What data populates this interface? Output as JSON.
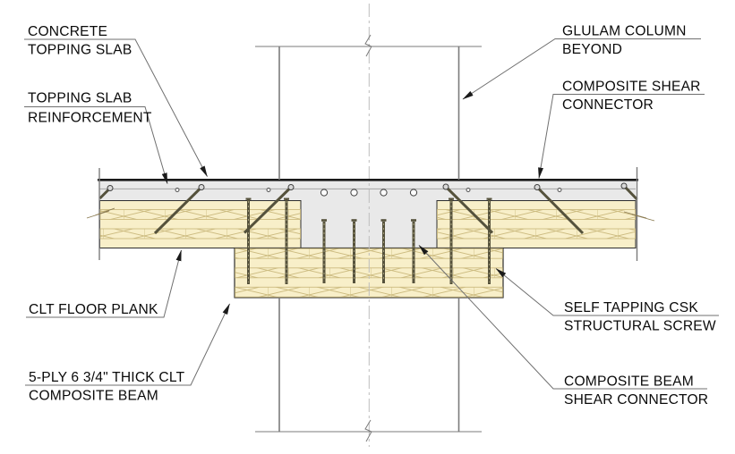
{
  "figure": {
    "type": "construction-detail-drawing",
    "subject": "CLT composite floor at glulam column",
    "labels": {
      "concrete_topping_slab": {
        "line1": "CONCRETE",
        "line2": "TOPPING SLAB"
      },
      "topping_slab_reinforcement": {
        "line1": "TOPPING SLAB",
        "line2": "REINFORCEMENT"
      },
      "glulam_column_beyond": {
        "line1": "GLULAM COLUMN",
        "line2": "BEYOND"
      },
      "composite_shear_connector": {
        "line1": "COMPOSITE SHEAR",
        "line2": "CONNECTOR"
      },
      "clt_floor_plank": {
        "line1": "CLT FLOOR PLANK"
      },
      "clt_composite_beam": {
        "line1": "5-PLY 6 3/4\" THICK CLT",
        "line2": "COMPOSITE BEAM"
      },
      "self_tapping_csk_structural_screw": {
        "line1": "SELF TAPPING CSK",
        "line2": "STRUCTURAL SCREW"
      },
      "composite_beam_shear_connector": {
        "line1": "COMPOSITE BEAM",
        "line2": "SHEAR CONNECTOR"
      }
    },
    "colors": {
      "clt_fill": "#f8efc9",
      "clt_pattern_line": "#ccbb80",
      "concrete_fill": "#e9e9e9",
      "outline_dark": "#2d2d2d",
      "structure_gray": "#7b7b7b",
      "centerline_gray": "#bdbdbd",
      "screw_dark": "#56523c",
      "leader_gray": "#6f6f6f",
      "text": "#0a0a0a"
    }
  }
}
